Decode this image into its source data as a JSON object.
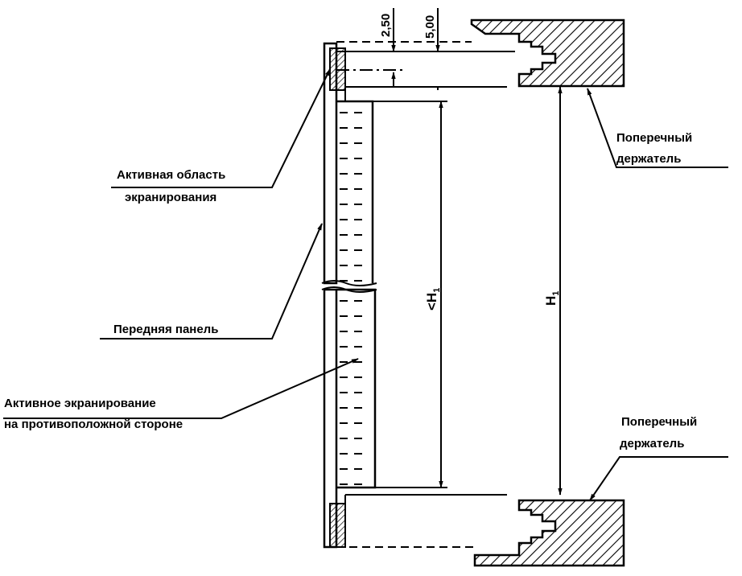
{
  "labels": {
    "active_area": [
      "Активная область",
      "экранирования"
    ],
    "front_panel": "Передняя панель",
    "active_shielding": [
      "Активное экранирование",
      "на противоположной стороне"
    ],
    "crossbar_top": [
      "Поперечный",
      "держатель"
    ],
    "crossbar_bottom": [
      "Поперечный",
      "держатель"
    ]
  },
  "dimensions": {
    "d1": "2,50",
    "d2": "5,00",
    "h_inner": "<H",
    "h_outer": "H",
    "h_subscript": "1"
  },
  "colors": {
    "ink": "#000000",
    "paper": "#ffffff"
  }
}
